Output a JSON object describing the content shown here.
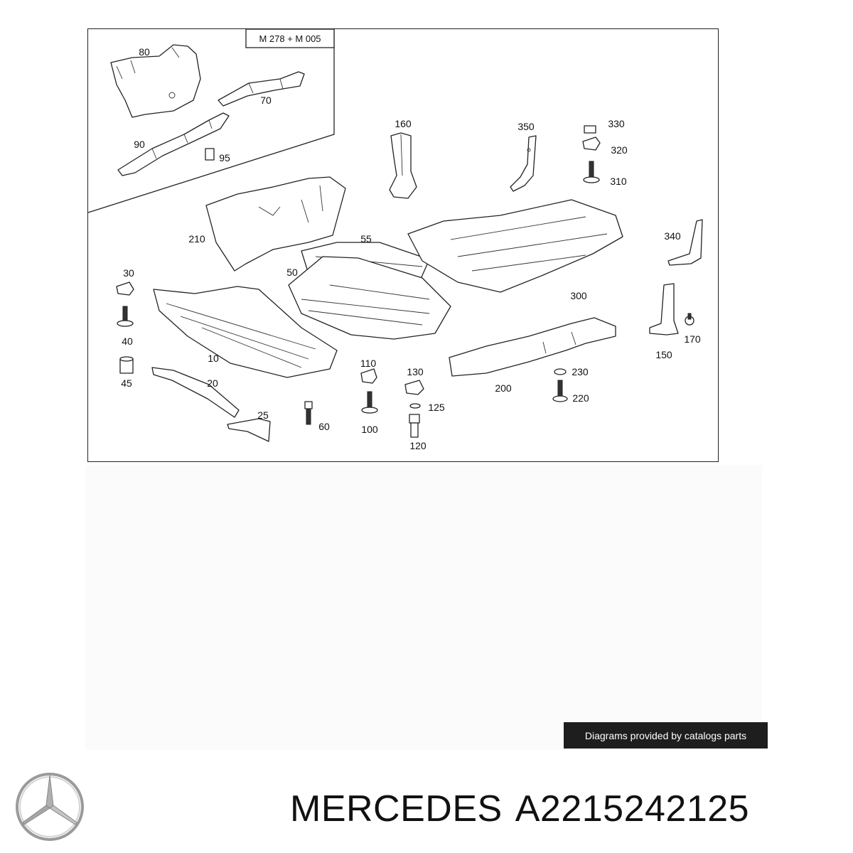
{
  "diagram": {
    "inset_label": "M 278 + M 005",
    "callouts": [
      "80",
      "70",
      "90",
      "95",
      "160",
      "350",
      "330",
      "320",
      "310",
      "210",
      "55",
      "50",
      "340",
      "30",
      "300",
      "40",
      "10",
      "170",
      "150",
      "45",
      "20",
      "110",
      "130",
      "230",
      "200",
      "220",
      "125",
      "25",
      "60",
      "100",
      "120"
    ]
  },
  "credit": "Diagrams provided by catalogs parts",
  "footer": {
    "brand": "MERCEDES",
    "part_number": "A2215242125",
    "logo_icon": "mercedes-star-icon"
  }
}
